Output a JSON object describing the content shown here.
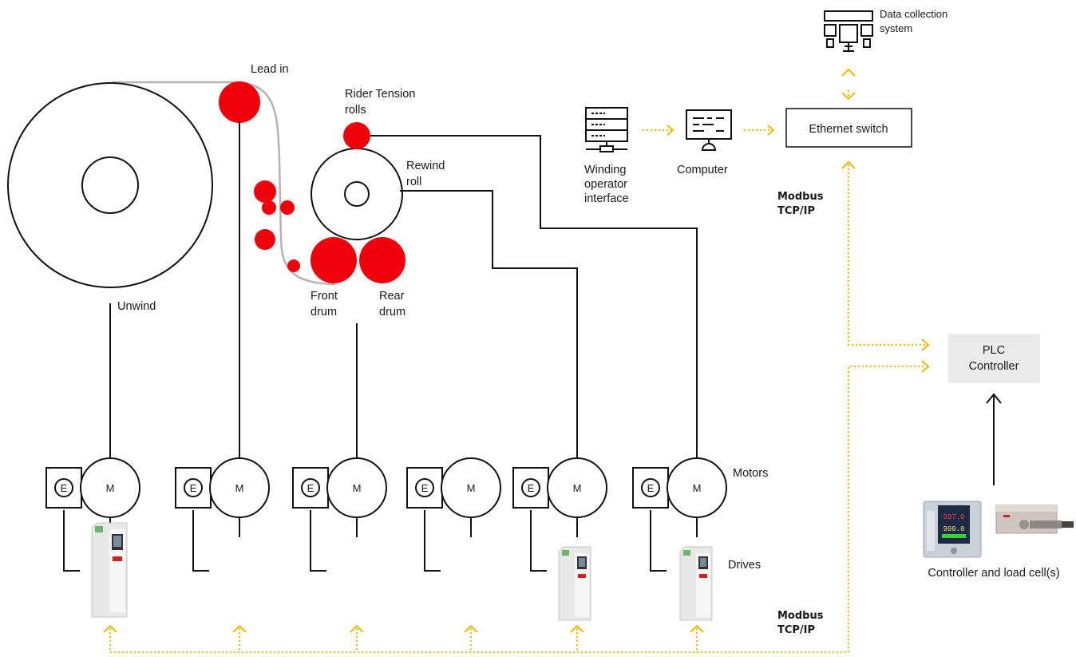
{
  "labels": {
    "lead_in": "Lead in",
    "rider_tension_1": "Rider Tension",
    "rider_tension_2": "rolls",
    "rewind_1": "Rewind",
    "rewind_2": "roll",
    "unwind": "Unwind",
    "front_drum_1": "Front",
    "front_drum_2": "drum",
    "rear_drum_1": "Rear",
    "rear_drum_2": "drum",
    "motors": "Motors",
    "drives": "Drives",
    "encoder": "E",
    "motor": "M",
    "winding_1": "Winding",
    "winding_2": "operator",
    "winding_3": "interface",
    "computer": "Computer",
    "ethernet_switch": "Ethernet switch",
    "data_collection_1": "Data collection",
    "data_collection_2": "system",
    "modbus_top_1": "Modbus",
    "modbus_top_2": "TCP/IP",
    "modbus_bottom_1": "Modbus",
    "modbus_bottom_2": "TCP/IP",
    "plc_1": "PLC",
    "plc_2": "Controller",
    "controller_load_cell": "Controller and load cell(s)",
    "display_line_1": "997.0",
    "display_line_2": "900.0"
  },
  "colors": {
    "roll_red": "#f0000a",
    "network_yellow": "#f5b800",
    "plc_bg": "#ebebeb"
  },
  "icons": [
    "server-icon",
    "computer-icon",
    "data-collection-icon",
    "drive-icon",
    "controller-icon",
    "load-cell-icon"
  ]
}
